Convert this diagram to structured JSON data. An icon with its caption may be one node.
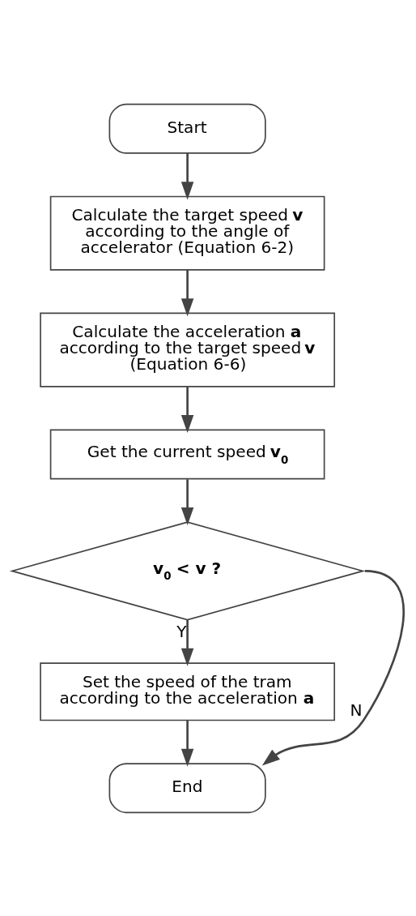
{
  "diagram": {
    "nodes": [
      {
        "text": [
          "Start"
        ]
      },
      {
        "text": [
          "Calculate the target speed **v** according to the angle of accelerator (Equation 6-2)"
        ]
      },
      {
        "text": [
          "Calculate the acceleration **a** according to the target speed **v** (Equation 6-6)"
        ]
      },
      {
        "text": [
          "Get the current speed **v$_{0}$**"
        ]
      },
      {
        "text": [
          "v$_{0}$ < v ?"
        ]
      },
      {
        "text": [
          "Set the speed of the tram according to the acceleration **a**"
        ]
      },
      {
        "text": [
          "End"
        ]
      }
    ],
    "edges": [
      {
        "from": 0,
        "to": 1,
        "arrow": "to"
      },
      {
        "from": 1,
        "to": 2,
        "arrow": "to"
      },
      {
        "from": 2,
        "to": 3,
        "arrow": "to"
      },
      {
        "from": 3,
        "to": 4,
        "arrow": "to"
      },
      {
        "from": 4,
        "to": 5,
        "arrow": "to",
        "label": "Y"
      },
      {
        "from": 4,
        "to": 6,
        "arrow": "to",
        "label": "N"
      },
      {
        "from": 5,
        "to": 6,
        "arrow": "to"
      }
    ]
  }
}
